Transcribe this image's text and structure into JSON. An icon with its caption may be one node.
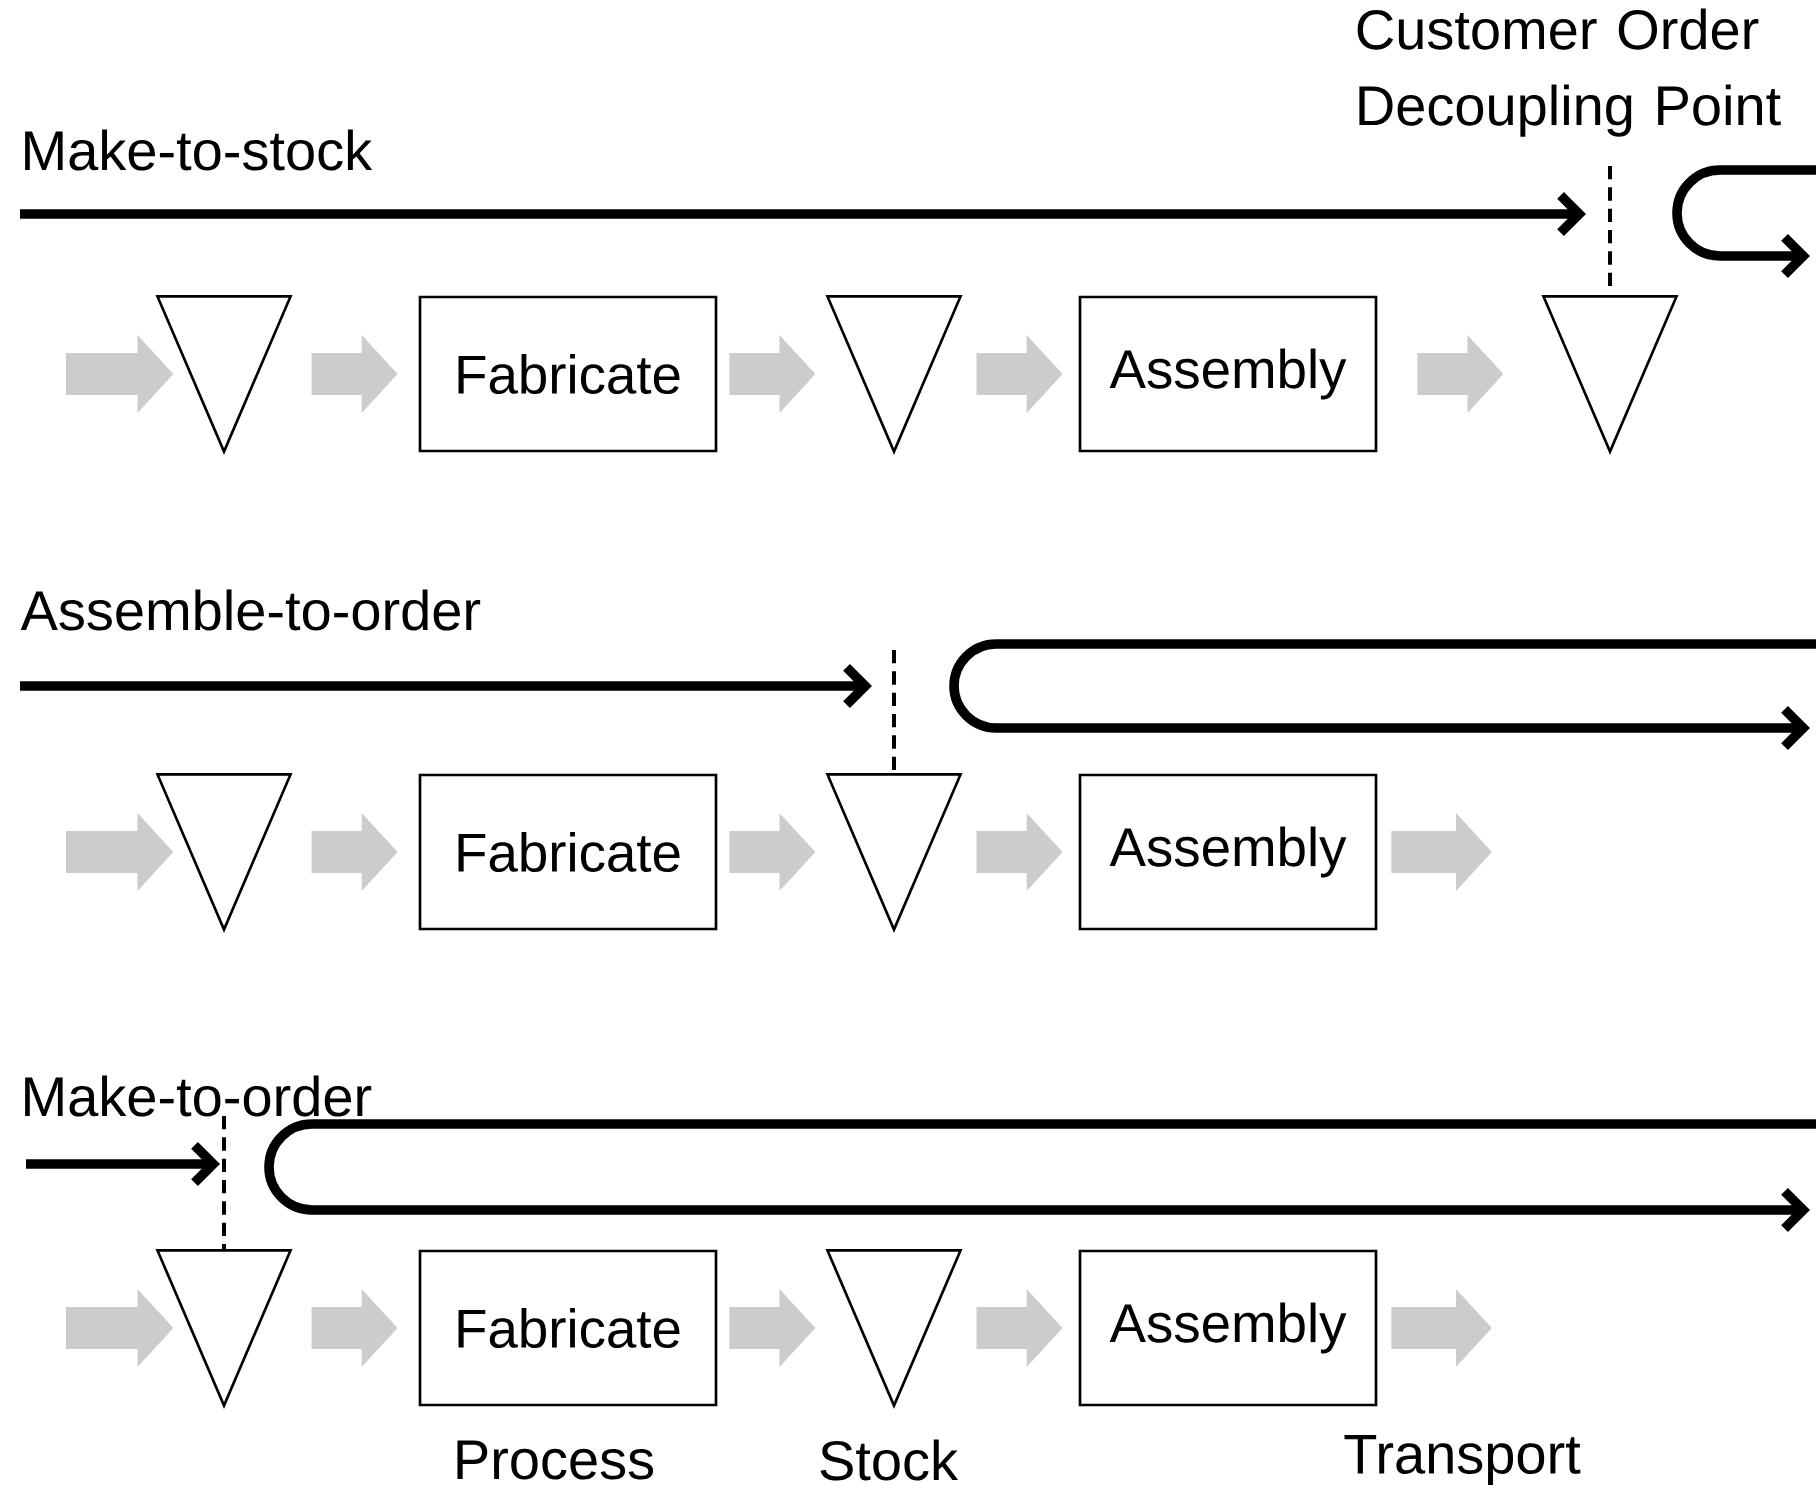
{
  "diagram": {
    "nodes": [
      {
        "text": [],
        "shape": "triangle"
      },
      {
        "text": [
          "Fabricate"
        ]
      },
      {
        "text": [],
        "shape": "triangle"
      },
      {
        "text": [
          "Assembly"
        ]
      },
      {
        "text": [],
        "shape": "triangle"
      },
      {
        "text": [],
        "shape": "triangle"
      },
      {
        "text": [
          "Fabricate"
        ]
      },
      {
        "text": [],
        "shape": "triangle"
      },
      {
        "text": [
          "Assembly"
        ]
      },
      {
        "text": [],
        "shape": "triangle"
      },
      {
        "text": [
          "Fabricate"
        ]
      },
      {
        "text": [],
        "shape": "triangle"
      },
      {
        "text": [
          "Assembly"
        ]
      }
    ],
    "edges": [
      {
        "from": null,
        "to": 0,
        "arrow": "to"
      },
      {
        "from": 0,
        "to": 1,
        "arrow": "to"
      },
      {
        "from": 1,
        "to": 2,
        "arrow": "to"
      },
      {
        "from": 2,
        "to": 3,
        "arrow": "to"
      },
      {
        "from": 3,
        "to": 4,
        "arrow": "to"
      },
      {
        "from": null,
        "to": 5,
        "arrow": "to"
      },
      {
        "from": 5,
        "to": 6,
        "arrow": "to"
      },
      {
        "from": 6,
        "to": 7,
        "arrow": "to"
      },
      {
        "from": 7,
        "to": 8,
        "arrow": "to"
      },
      {
        "from": 8,
        "to": null,
        "arrow": "to"
      },
      {
        "from": null,
        "to": 9,
        "arrow": "to"
      },
      {
        "from": 9,
        "to": 10,
        "arrow": "to"
      },
      {
        "from": 10,
        "to": 11,
        "arrow": "to"
      },
      {
        "from": 11,
        "to": 12,
        "arrow": "to"
      },
      {
        "from": 12,
        "to": null,
        "arrow": "to"
      }
    ],
    "labels": [
      "Customer Order Decoupling Point",
      "Make-to-stock",
      "Assemble-to-order",
      "Make-to-order",
      "Process",
      "Stock",
      "Transport"
    ]
  }
}
